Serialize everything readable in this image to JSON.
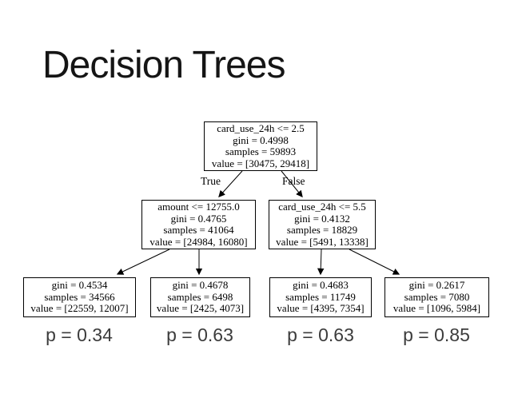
{
  "slide": {
    "title": "Decision Trees",
    "background_color": "#ffffff",
    "title_color": "#151515"
  },
  "tree": {
    "root": {
      "lines": [
        "card_use_24h <= 2.5",
        "gini = 0.4998",
        "samples = 59893",
        "value = [30475, 29418]"
      ]
    },
    "left_child": {
      "lines": [
        "amount <= 12755.0",
        "gini = 0.4765",
        "samples = 41064",
        "value = [24984, 16080]"
      ]
    },
    "right_child": {
      "lines": [
        "card_use_24h <= 5.5",
        "gini = 0.4132",
        "samples = 18829",
        "value = [5491, 13338]"
      ]
    },
    "leaves": [
      {
        "lines": [
          "gini = 0.4534",
          "samples = 34566",
          "value = [22559, 12007]"
        ]
      },
      {
        "lines": [
          "gini = 0.4678",
          "samples = 6498",
          "value = [2425, 4073]"
        ]
      },
      {
        "lines": [
          "gini = 0.4683",
          "samples = 11749",
          "value = [4395, 7354]"
        ]
      },
      {
        "lines": [
          "gini = 0.2617",
          "samples = 7080",
          "value = [1096, 5984]"
        ]
      }
    ],
    "edge_labels": {
      "true_branch": "True",
      "false_branch": "False"
    },
    "probabilities": [
      "p = 0.34",
      "p = 0.63",
      "p = 0.63",
      "p = 0.85"
    ],
    "colors": {
      "node_border": "#000000",
      "node_text": "#000000",
      "edge": "#000000",
      "probability_text": "#3c3c3c"
    }
  }
}
